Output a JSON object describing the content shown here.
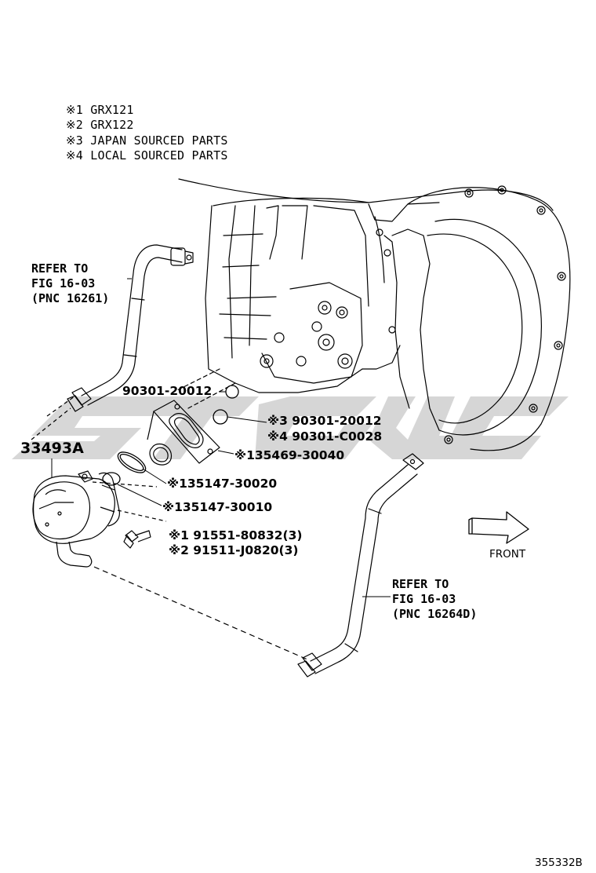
{
  "notes": [
    "※1 GRX121",
    "※2 GRX122",
    "※3 JAPAN SOURCED PARTS",
    "※4 LOCAL SOURCED PARTS"
  ],
  "refer_top": {
    "line1": "REFER TO",
    "line2": "FIG 16-03",
    "line3": "(PNC 16261)"
  },
  "refer_bottom": {
    "line1": "REFER TO",
    "line2": "FIG 16-03",
    "line3": "(PNC 16264D)"
  },
  "main_part": "33493A",
  "parts": {
    "oring_upper": "90301-20012",
    "oring_japan": "※3 90301-20012",
    "oring_local": "※4 90301-C0028",
    "plate": "※135469-30040",
    "gasket_a": "※135147-30020",
    "gasket_b": "※135147-30010",
    "bolt_grx121": "※1 91551-80832(3)",
    "bolt_grx122": "※2 91511-J0820(3)"
  },
  "direction_label": "FRONT",
  "figure_id": "355332B",
  "colors": {
    "line": "#000000",
    "watermark": "#d0d0d0"
  }
}
